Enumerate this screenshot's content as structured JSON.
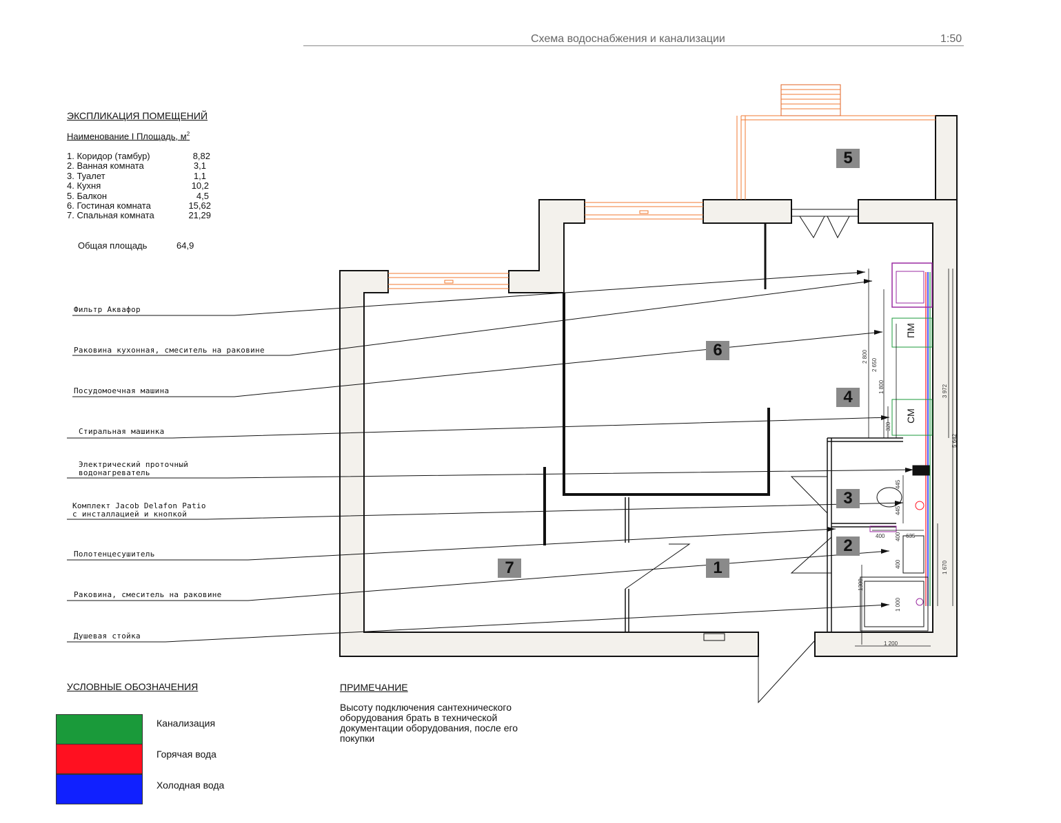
{
  "header": {
    "title": "Схема водоснабжения и канализации",
    "scale": "1:50"
  },
  "explication": {
    "title": "ЭКСПЛИКАЦИЯ ПОМЕЩЕНИЙ",
    "columns": "Наименование  I  Площадь, м",
    "columns_sup": "2",
    "rooms": [
      {
        "name": "1. Коридор (тамбур)",
        "area": "8,82"
      },
      {
        "name": "2. Ванная комната",
        "area": "3,1"
      },
      {
        "name": "3. Туалет",
        "area": "1,1"
      },
      {
        "name": "4. Кухня",
        "area": "10,2"
      },
      {
        "name": "5. Балкон",
        "area": "4,5"
      },
      {
        "name": "6. Гостиная комната",
        "area": "15,62"
      },
      {
        "name": "7. Спальная комната",
        "area": "21,29"
      }
    ],
    "total_label": "Общая площадь",
    "total_value": "64,9"
  },
  "callouts": [
    {
      "line1": "Фильтр Аквафор",
      "line2": ""
    },
    {
      "line1": "Раковина кухонная, смеситель на раковине",
      "line2": ""
    },
    {
      "line1": "Посудомоечная машина",
      "line2": ""
    },
    {
      "line1": "Стиральная машинка",
      "line2": ""
    },
    {
      "line1": "Электрический проточный",
      "line2": "водонагреватель"
    },
    {
      "line1": "Комплект Jacob Delafon Patio",
      "line2": "с инсталлацией и кнопкой"
    },
    {
      "line1": "Полотенцесушитель",
      "line2": ""
    },
    {
      "line1": "Раковина, смеситель на раковине",
      "line2": ""
    },
    {
      "line1": "Душевая стойка",
      "line2": ""
    }
  ],
  "legend": {
    "title": "УСЛОВНЫЕ ОБОЗНАЧЕНИЯ",
    "items": [
      {
        "label": "Канализация",
        "color": "#1a9a3a"
      },
      {
        "label": "Горячая вода",
        "color": "#ff1020"
      },
      {
        "label": "Холодная вода",
        "color": "#1020ff"
      }
    ]
  },
  "note": {
    "title": "ПРИМЕЧАНИЕ",
    "text": "Высоту подключения сантехнического оборудования брать в технической документации оборудования, после его покупки"
  },
  "room_tags": [
    "1",
    "2",
    "3",
    "4",
    "5",
    "6",
    "7"
  ],
  "appliances": {
    "dishwasher": "ПМ",
    "washer": "СМ"
  },
  "dimensions": [
    "2 800",
    "2 650",
    "1 800",
    "320",
    "3 972",
    "5 642",
    "445",
    "445",
    "400",
    "400",
    "635",
    "400",
    "1 670",
    "1300",
    "1 000",
    "1 200"
  ],
  "colors": {
    "wall_fill": "#f3f1ec",
    "wall_stroke": "#111111",
    "window": "#f07a30",
    "sink_purple": "#9a2aa0"
  }
}
